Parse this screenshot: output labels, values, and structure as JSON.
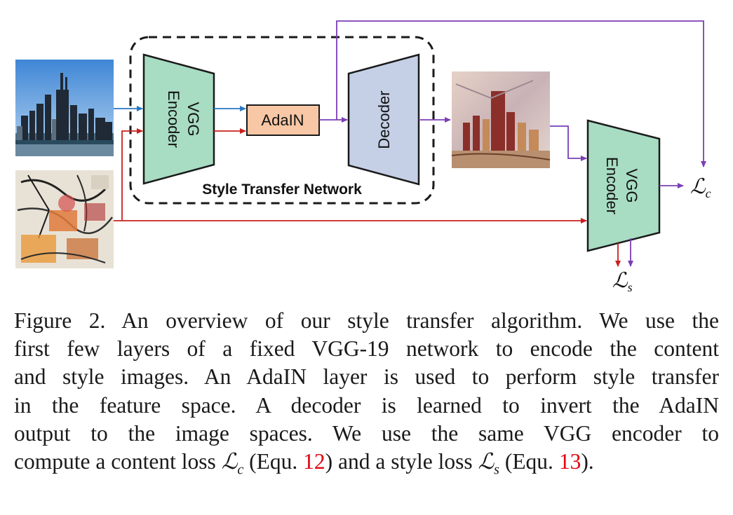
{
  "diagram": {
    "encoder_label_1": "VGG",
    "encoder_label_2": "Encoder",
    "adain_label": "AdaIN",
    "decoder_label": "Decoder",
    "network_label": "Style Transfer Network",
    "loss_content": "ℒ",
    "loss_content_sub": "c",
    "loss_style": "ℒ",
    "loss_style_sub": "s",
    "colors": {
      "encoder_fill": "#a8dcc3",
      "adain_fill": "#f8c7a5",
      "decoder_fill": "#c5d0e6",
      "content_arrow": "#2a78c2",
      "style_arrow": "#c8201e",
      "output_arrow": "#7b3fb5"
    }
  },
  "caption": {
    "line1": "Figure 2. An overview of our style transfer algorithm. We use the",
    "line2": "first few layers of a fixed VGG-19 network to encode the content",
    "line3": "and style images. An AdaIN layer is used to perform style transfer",
    "line4": "in the feature space.  A decoder is learned to invert the AdaIN",
    "line5": "output to the image spaces.  We use the same VGG encoder to",
    "line6_a": "compute a content loss ",
    "line6_lc": "ℒ",
    "line6_lc_sub": "c",
    "line6_b": " (Equ. ",
    "line6_ref1": "12",
    "line6_c": ") and a style loss ",
    "line6_ls": "ℒ",
    "line6_ls_sub": "s",
    "line6_d": " (Equ. ",
    "line6_ref2": "13",
    "line6_e": ")."
  }
}
